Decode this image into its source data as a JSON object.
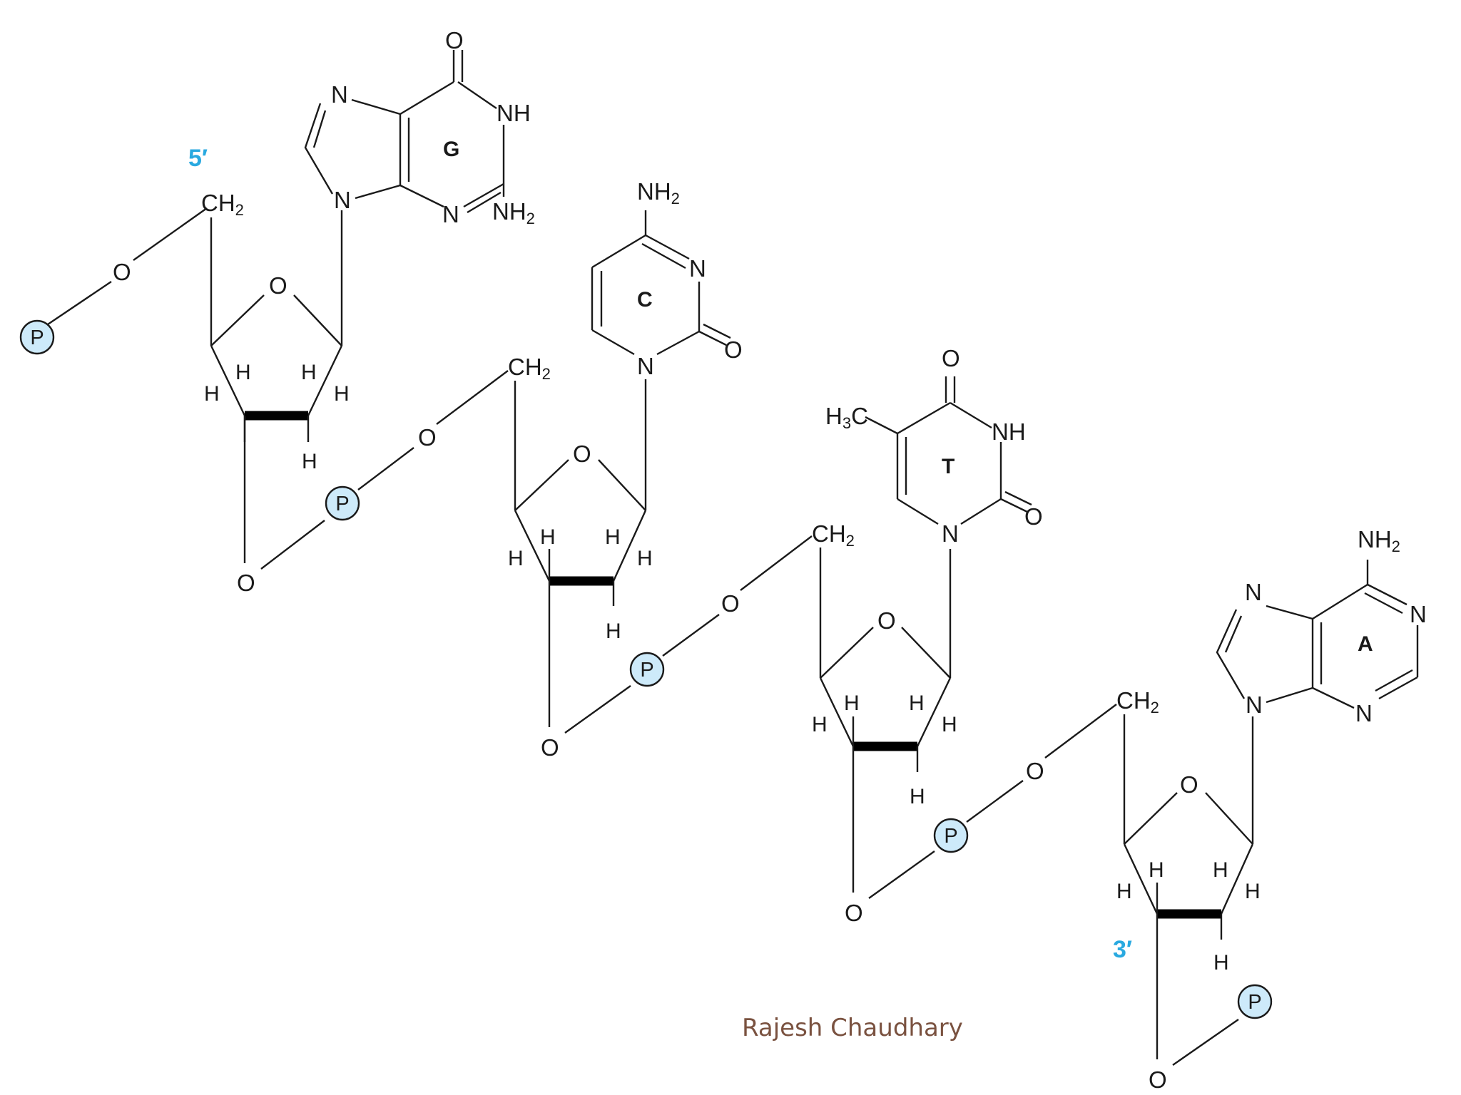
{
  "labels": {
    "five_prime": "5′",
    "three_prime": "3′",
    "author": "Rajesh Chaudhary"
  },
  "nucleotides": [
    {
      "base": "G",
      "ring_o": "O",
      "ch2": "CH",
      "ch2_sub": "2",
      "bridge_o": "O",
      "h": "H"
    },
    {
      "base": "C",
      "ring_o": "O",
      "ch2": "CH",
      "ch2_sub": "2",
      "bridge_o": "O",
      "h": "H"
    },
    {
      "base": "T",
      "ring_o": "O",
      "ch2": "CH",
      "ch2_sub": "2",
      "bridge_o": "O",
      "h": "H"
    },
    {
      "base": "A",
      "ring_o": "O",
      "ch2": "CH",
      "ch2_sub": "2",
      "bridge_o": "O",
      "h": "H"
    }
  ],
  "phosphate": "P",
  "atoms": {
    "O": "O",
    "N": "N",
    "NH": "NH",
    "NH2_main": "NH",
    "NH2_sub": "2",
    "H3C_H": "H",
    "H3C_sub": "3",
    "H3C_C": "C"
  },
  "colors": {
    "end_labels": "#29a9e0",
    "phosphate_fill": "#cdeafa",
    "author_text": "#7a5240"
  }
}
